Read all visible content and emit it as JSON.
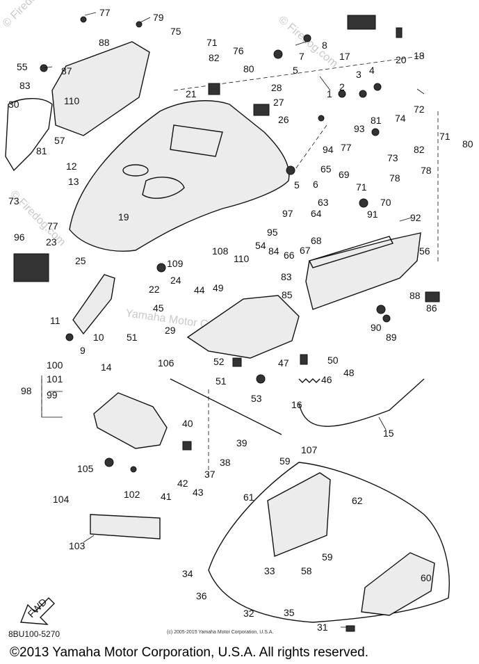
{
  "diagram": {
    "callouts": [
      "77",
      "79",
      "75",
      "88",
      "71",
      "82",
      "76",
      "80",
      "55",
      "87",
      "83",
      "110",
      "30",
      "57",
      "21",
      "28",
      "27",
      "26",
      "7",
      "8",
      "5",
      "17",
      "18",
      "20",
      "1",
      "2",
      "3",
      "4",
      "93",
      "94",
      "77",
      "73",
      "81",
      "74",
      "72",
      "71",
      "82",
      "78",
      "80",
      "12",
      "13",
      "81",
      "73",
      "77",
      "19",
      "65",
      "69",
      "71",
      "78",
      "70",
      "63",
      "64",
      "91",
      "92",
      "67",
      "68",
      "66",
      "97",
      "95",
      "96",
      "23",
      "108",
      "54",
      "84",
      "109",
      "110",
      "83",
      "25",
      "24",
      "22",
      "44",
      "49",
      "85",
      "56",
      "45",
      "11",
      "9",
      "10",
      "29",
      "51",
      "88",
      "86",
      "90",
      "89",
      "14",
      "106",
      "52",
      "51",
      "47",
      "50",
      "48",
      "46",
      "100",
      "101",
      "98",
      "99",
      "53",
      "16",
      "15",
      "40",
      "39",
      "38",
      "37",
      "43",
      "42",
      "41",
      "107",
      "105",
      "102",
      "104",
      "103",
      "59",
      "61",
      "62",
      "58",
      "59",
      "34",
      "33",
      "36",
      "32",
      "35",
      "60",
      "31",
      "6",
      "5"
    ],
    "fwd_label": "FWD",
    "watermarks": [
      "© Firedog.com",
      "© Firedog.com",
      "© Firedog.com",
      "Yamaha Motor Corp., U.S.A."
    ],
    "diagram_code": "8BU100-5270",
    "small_copyright": "(c) 2005-2015 Yamaha Motor Corporation, U.S.A."
  },
  "footer": {
    "copyright": "©2013 Yamaha Motor Corporation, U.S.A. All rights reserved."
  }
}
